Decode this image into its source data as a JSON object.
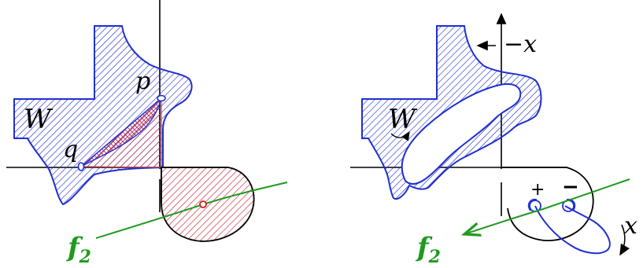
{
  "left_panel": {
    "label_W": "W",
    "label_p": "p",
    "label_q": "q",
    "label_f": "f",
    "label_f_sub": "2"
  },
  "right_panel": {
    "label_W": "W",
    "label_minus_x": "−x",
    "label_x": "x",
    "label_plus": "+",
    "label_minus": "−",
    "label_f": "f",
    "label_f_sub": "2"
  },
  "colors": {
    "region_blue": "#1f2fd1",
    "hatch_red": "#c43a4a",
    "curve_green": "#1f9a1f",
    "ink": "#000000"
  }
}
